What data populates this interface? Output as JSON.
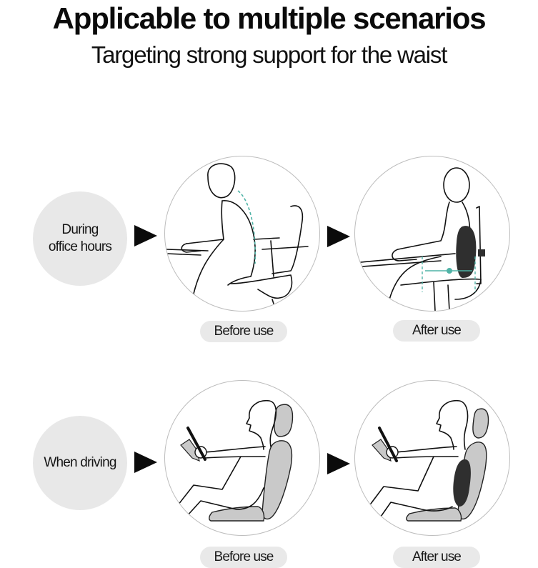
{
  "header": {
    "title": "Applicable to multiple scenarios",
    "subtitle": "Targeting strong support for the waist"
  },
  "scenarios": [
    {
      "label_line1": "During",
      "label_line2": "office hours",
      "before": {
        "caption": "Before use",
        "illustration": "office-chair-slouching-icon"
      },
      "after": {
        "caption": "After use",
        "illustration": "office-chair-lumbar-cushion-icon"
      }
    },
    {
      "label_line1": "When driving",
      "label_line2": "",
      "before": {
        "caption": "Before use",
        "illustration": "car-seat-slouching-icon"
      },
      "after": {
        "caption": "After use",
        "illustration": "car-seat-lumbar-cushion-icon"
      }
    }
  ],
  "colors": {
    "circle_bg": "#e8e8e8",
    "pill_bg": "#e9e9e9",
    "cushion": "#2f2f2f",
    "seat_gray": "#c9c9c9",
    "guide_teal": "#4fb3a6"
  }
}
